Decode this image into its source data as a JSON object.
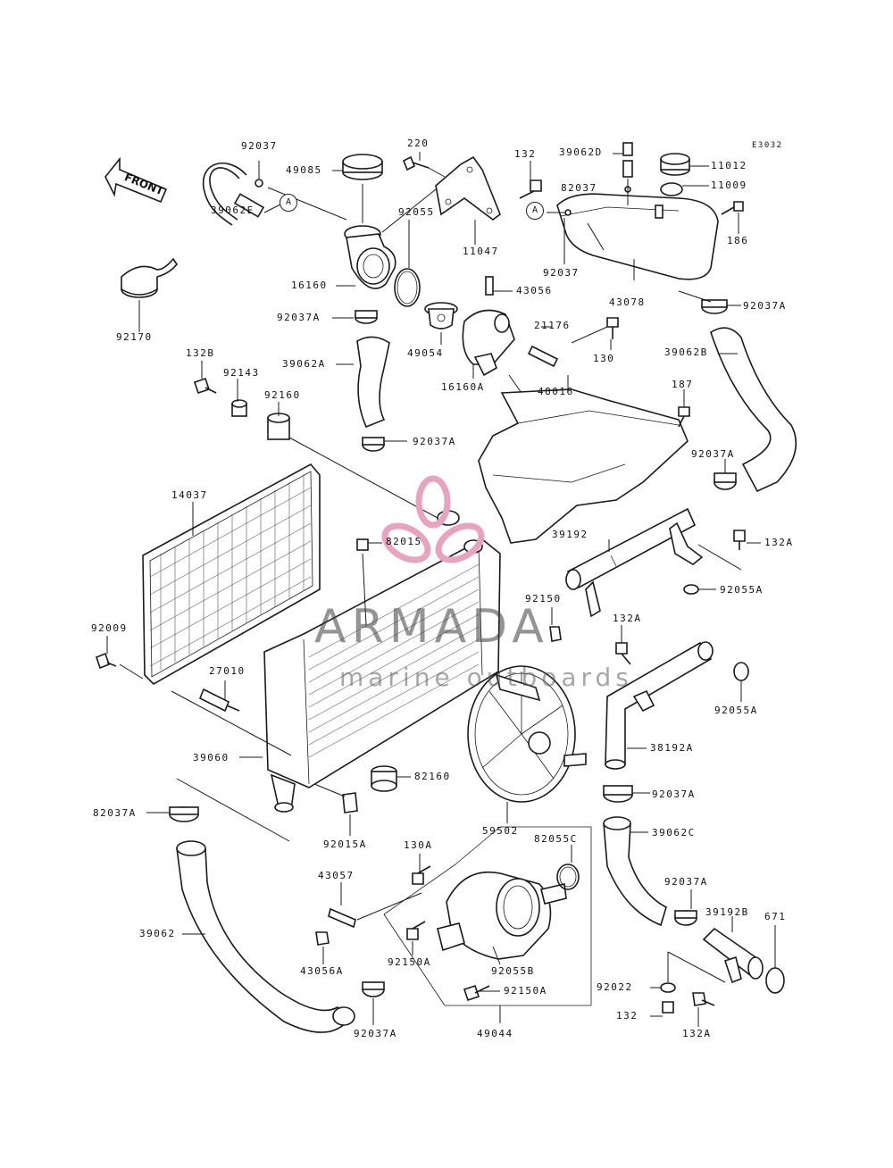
{
  "diagram_code": "E3032",
  "front_label": "FRONT",
  "ref_marks": {
    "a": "A",
    "b": "A"
  },
  "watermark": {
    "brand": "ARMADA",
    "tagline": "marine outboards",
    "accent": "#e8a3bf"
  },
  "parts": {
    "p92037_top": "92037",
    "p220": "220",
    "p132_top": "132",
    "p39062D": "39062D",
    "p49085": "49085",
    "p11012": "11012",
    "p82037": "82037",
    "p11009": "11009",
    "p39062E": "39062E",
    "p92055": "92055",
    "p11047": "11047",
    "p186": "186",
    "p92037_mid": "92037",
    "p16160": "16160",
    "p43056": "43056",
    "p43078": "43078",
    "p92037A_r1": "92037A",
    "p92037A_l1": "92037A",
    "p21176": "21176",
    "p92170": "92170",
    "p49054": "49054",
    "p130": "130",
    "p132B": "132B",
    "p39062A": "39062A",
    "p39062B": "39062B",
    "p92143": "92143",
    "p16160A": "16160A",
    "p187": "187",
    "p48016": "48016",
    "p92160_top": "92160",
    "p92037A_c": "92037A",
    "p92037A_r2": "92037A",
    "p14037": "14037",
    "p82015": "82015",
    "p39192": "39192",
    "p132A_r": "132A",
    "p92055A_1": "92055A",
    "p92150": "92150",
    "p92009": "92009",
    "p132A_m": "132A",
    "p27010": "27010",
    "p92055A_2": "92055A",
    "p38192A": "38192A",
    "p39060": "39060",
    "p82160": "82160",
    "p92037A_r3": "92037A",
    "p82037A": "82037A",
    "p59502": "59502",
    "p92015A": "92015A",
    "p39062C": "39062C",
    "p130A": "130A",
    "p82055C": "82055C",
    "p43057": "43057",
    "p92037A_r4": "92037A",
    "p39192B": "39192B",
    "p39062": "39062",
    "p671": "671",
    "p43056A": "43056A",
    "p92150A_1": "92150A",
    "p92055B": "92055B",
    "p92022": "92022",
    "p92150A_2": "92150A",
    "p132_b": "132",
    "p132A_b": "132A",
    "p92037A_b": "92037A",
    "p49044": "49044"
  }
}
